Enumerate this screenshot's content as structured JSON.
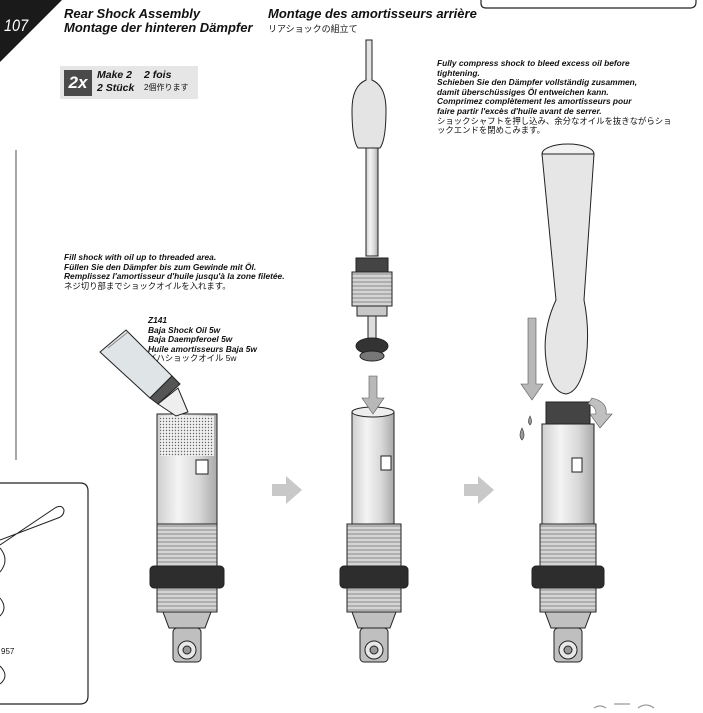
{
  "step": {
    "number": "107"
  },
  "title": {
    "line1_en": "Rear Shock Assembly",
    "line2_de": "Montage der hinteren Dämpfer",
    "line1_fr": "Montage des amortisseurs arrière",
    "line2_jp": "リアショックの組立て"
  },
  "make": {
    "badge": "2x",
    "en": "Make 2",
    "de": "2 Stück",
    "fr": "2 fois",
    "jp": "2個作ります"
  },
  "fill_note": {
    "en": "Fill shock with oil up to threaded area.",
    "de": "Füllen Sie den Dämpfer bis zum Gewinde mit Öl.",
    "fr": "Remplissez l'amortisseur d'huile jusqu'à la zone filetée.",
    "jp": "ネジ切り部までショックオイルを入れます。"
  },
  "oil_note": {
    "code": "Z141",
    "en": "Baja Shock Oil 5w",
    "de": "Baja Daempferoel 5w",
    "fr": "Huile amortisseurs Baja 5w",
    "jp": "バハショックオイル 5w"
  },
  "bleed_note": {
    "en1": "Fully compress shock to bleed excess oil before",
    "en2": "tightening.",
    "de1": "Schieben Sie den Dämpfer vollständig zusammen,",
    "de2": "damit überschüssiges Öl entweichen kann.",
    "fr1": "Comprimez complètement les amortisseurs pour",
    "fr2": "faire partir l'excès d'huile avant de serrer.",
    "jp1": "ショックシャフトを押し込み、余分なオイルを抜きながらショ",
    "jp2": "ックエンドを閉めこみます。"
  },
  "inset": {
    "part_fragment": "957"
  },
  "colors": {
    "banner": "#1a1a1a",
    "arrow": "#b8b8b8",
    "line": "#222222"
  }
}
